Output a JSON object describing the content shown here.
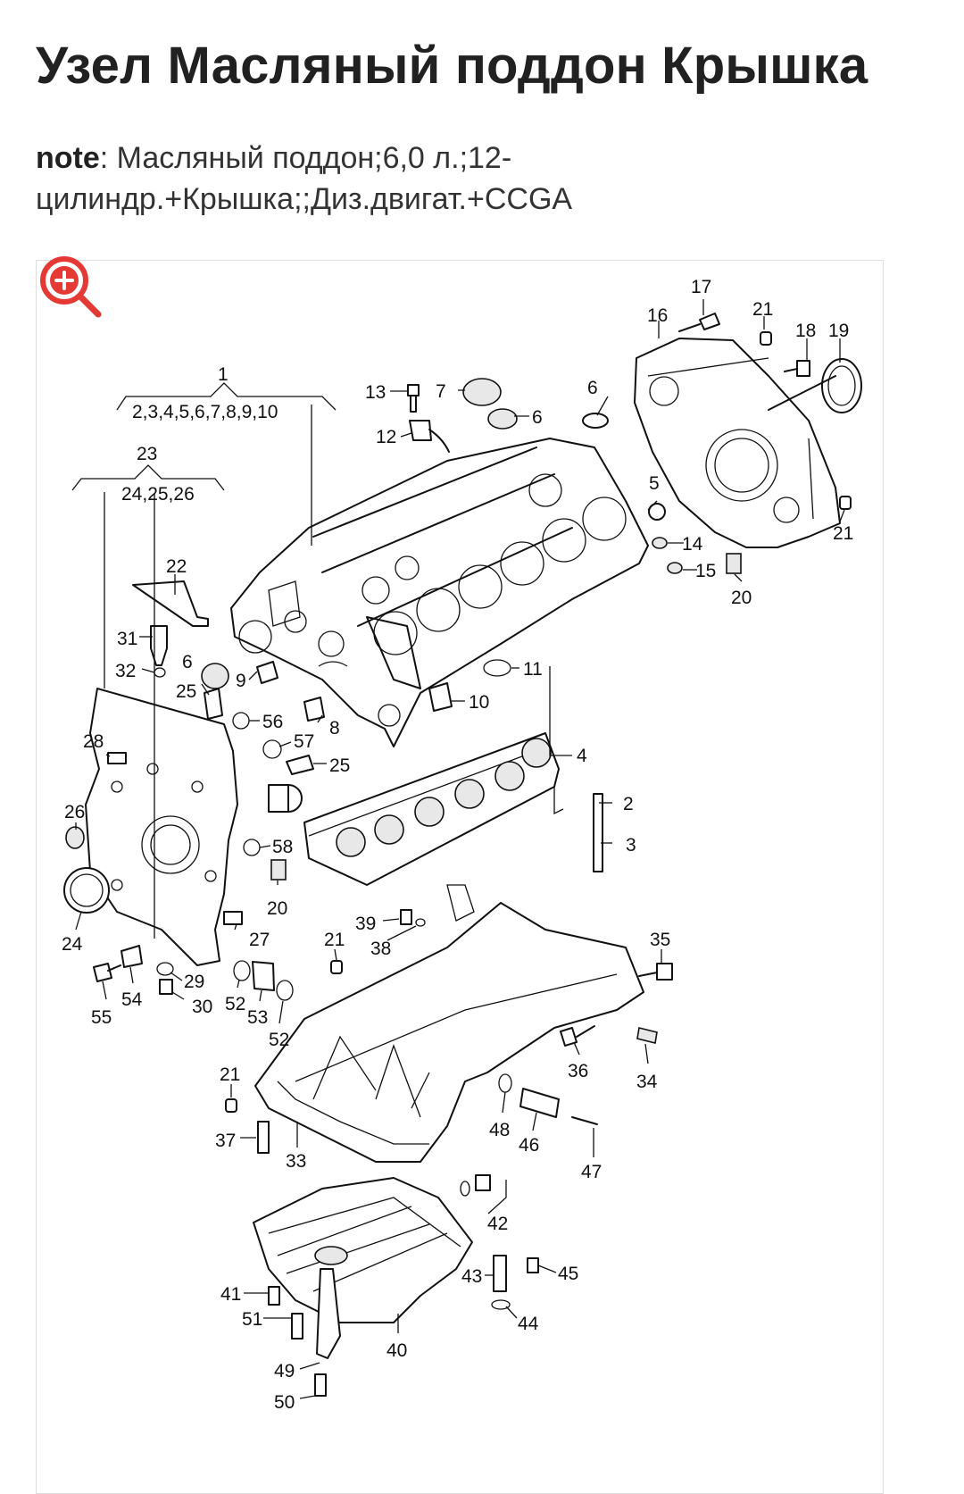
{
  "page": {
    "title": "Узел Масляный поддон Крышка",
    "note_label": "note",
    "note_text": ": Масляный поддон;6,0 л.;12-цилиндр.+Крышка;;Диз.двигат.+CCGA"
  },
  "zoom": {
    "icon": "zoom-in-icon",
    "color": "#e53935"
  },
  "diagram": {
    "labels": [
      "1",
      "2,3,4,5,6,7,8,9,10",
      "23",
      "24,25,26",
      "2",
      "3",
      "4",
      "5",
      "6",
      "6",
      "6",
      "7",
      "8",
      "9",
      "10",
      "11",
      "12",
      "13",
      "14",
      "15",
      "16",
      "17",
      "18",
      "19",
      "20",
      "20",
      "21",
      "21",
      "21",
      "21",
      "22",
      "24",
      "25",
      "25",
      "26",
      "27",
      "28",
      "29",
      "30",
      "31",
      "32",
      "33",
      "34",
      "35",
      "36",
      "37",
      "38",
      "39",
      "40",
      "41",
      "42",
      "43",
      "44",
      "45",
      "46",
      "47",
      "48",
      "50",
      "51",
      "52",
      "52",
      "53",
      "54",
      "55",
      "56",
      "57",
      "58",
      "49"
    ]
  }
}
